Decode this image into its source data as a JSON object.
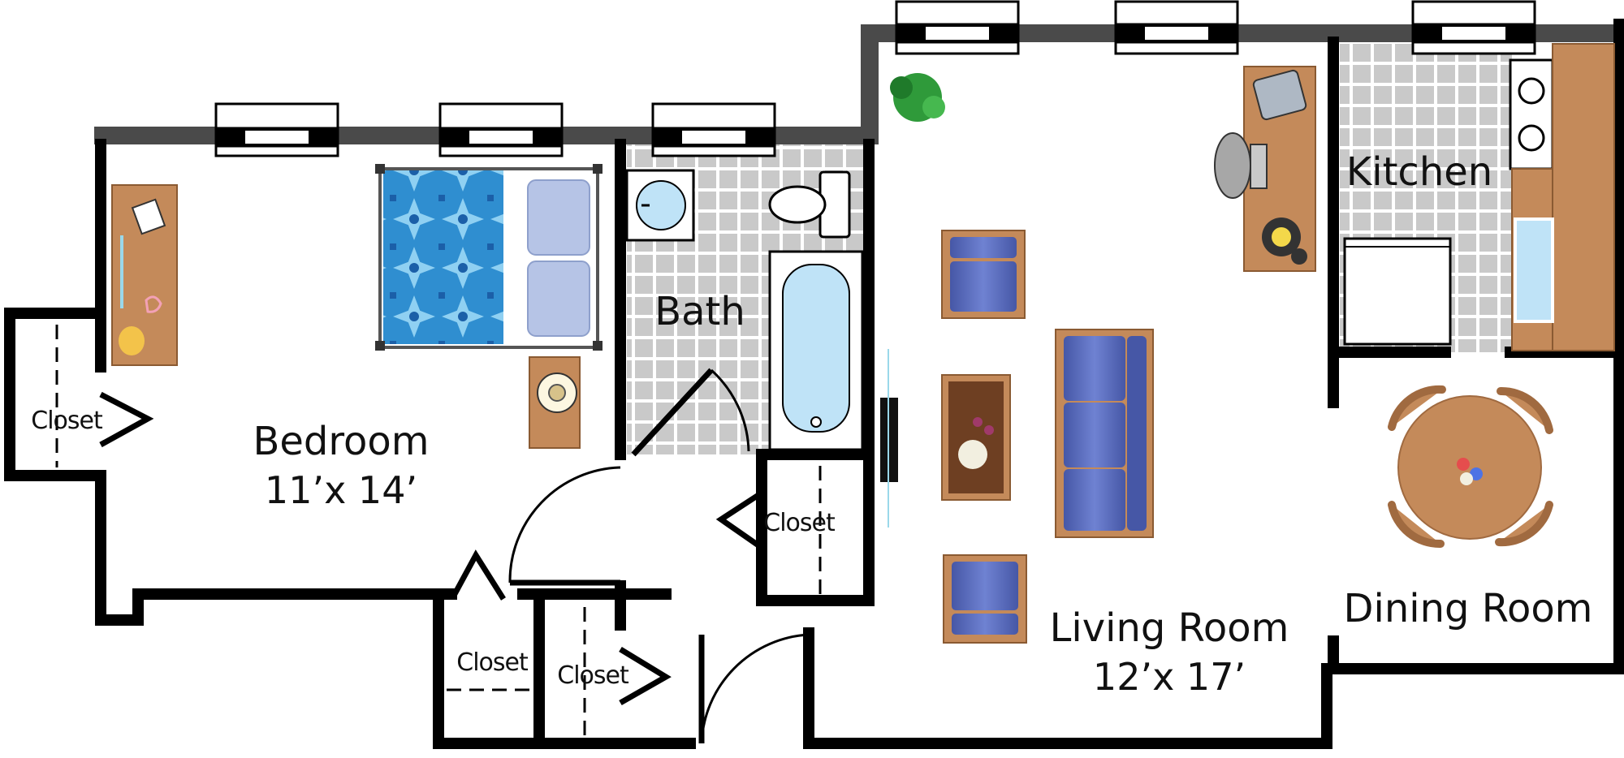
{
  "rooms": {
    "bedroom": {
      "name": "Bedroom",
      "dims": "11’x 14’"
    },
    "bath": {
      "name": "Bath"
    },
    "living": {
      "name": "Living Room",
      "dims": "12’x 17’"
    },
    "kitchen": {
      "name": "Kitchen"
    },
    "dining": {
      "name": "Dining Room"
    }
  },
  "closets": {
    "bedroom_left": "Closet",
    "hall_right": "Closet",
    "entry_left": "Closet",
    "entry_right": "Closet"
  },
  "colors": {
    "wall": "#000000",
    "exterior_wall": "#4a4a4a",
    "tile": "#c9c9c9",
    "grout": "#ffffff",
    "wood": "#c48a5a",
    "upholstery": "#5b6fc0",
    "bedding": "#2f8ed0",
    "water": "#bfe3f7"
  }
}
